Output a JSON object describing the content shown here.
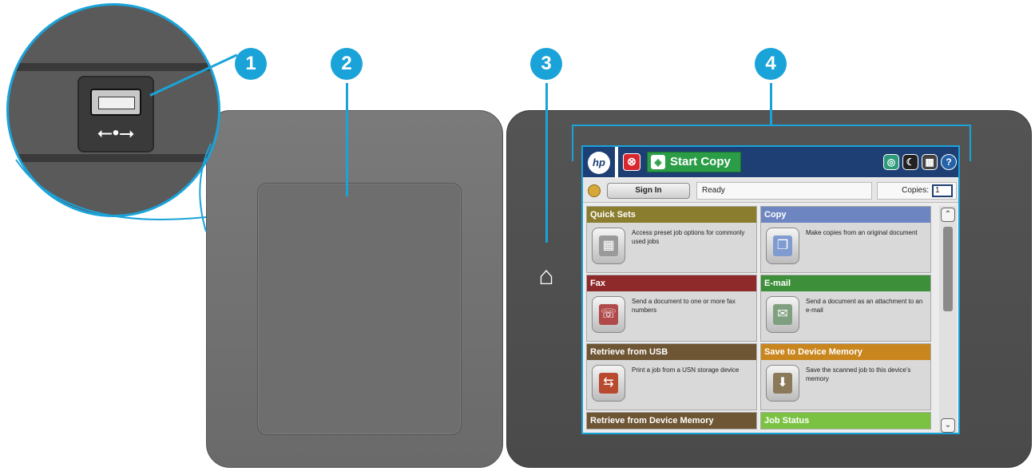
{
  "callouts": [
    "1",
    "2",
    "3",
    "4"
  ],
  "zoom": {
    "usb_symbol": "⭠•⭢"
  },
  "screen": {
    "hp_logo": "hp",
    "stop_symbol": "⊗",
    "start_copy_label": "Start Copy",
    "start_icon": "◈",
    "top_icons": [
      "globe-icon",
      "sleep-icon",
      "network-icon",
      "help-icon"
    ],
    "help_glyph": "?",
    "sign_in_label": "Sign In",
    "status_text": "Ready",
    "copies_label": "Copies:",
    "copies_value": "1",
    "tiles": [
      {
        "title": "Quick Sets",
        "desc": "Access preset job options for commonly used jobs",
        "color": "#8b7d2e",
        "icon": "▦",
        "icon_color": "#9a9a9a"
      },
      {
        "title": "Copy",
        "desc": "Make copies from an original document",
        "color": "#6d86c2",
        "icon": "❐",
        "icon_color": "#7f9bd0"
      },
      {
        "title": "Fax",
        "desc": "Send a document to one or more fax numbers",
        "color": "#8e2a2a",
        "icon": "☏",
        "icon_color": "#b04a4a"
      },
      {
        "title": "E-mail",
        "desc": "Send a document as an attachment to an e-mail",
        "color": "#3d8f3a",
        "icon": "✉",
        "icon_color": "#7fa07f"
      },
      {
        "title": "Retrieve from USB",
        "desc": "Print a job from a USN storage device",
        "color": "#6e5533",
        "icon": "⇆",
        "icon_color": "#b84a2f"
      },
      {
        "title": "Save to Device Memory",
        "desc": "Save the scanned job to this device's memory",
        "color": "#c9861e",
        "icon": "⬇",
        "icon_color": "#8a7a5a"
      },
      {
        "title": "Retrieve from Device Memory",
        "desc": "",
        "color": "#6e5533",
        "icon": "",
        "icon_color": "#777"
      },
      {
        "title": "Job Status",
        "desc": "",
        "color": "#7cc242",
        "icon": "",
        "icon_color": "#777"
      }
    ],
    "scroll_up": "⌃",
    "scroll_down": "⌄"
  },
  "home_glyph": "⌂"
}
